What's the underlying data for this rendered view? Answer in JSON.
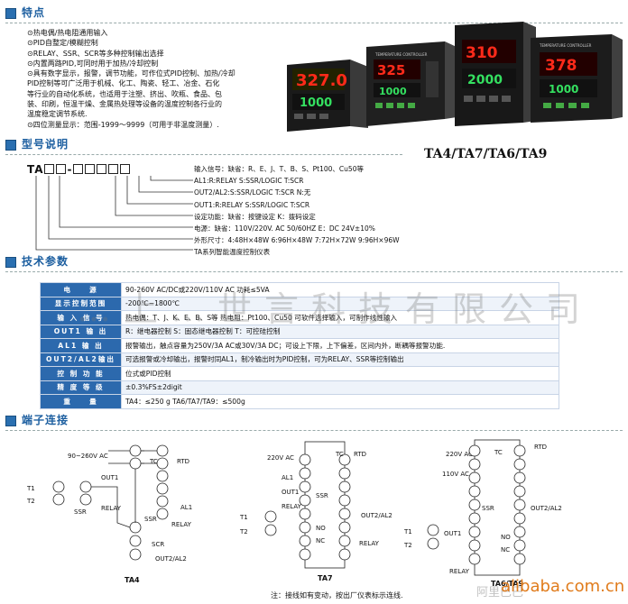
{
  "sections": {
    "features": "特点",
    "model": "型号说明",
    "params": "技术参数",
    "terminals": "端子连接"
  },
  "features": [
    "⊙热电偶/热电阻通用输入",
    "⊙PID自整定/模糊控制",
    "⊙RELAY、SSR、SCR等多种控制输出选择",
    "⊙内置两路PID,可同时用于加热/冷却控制",
    "⊙具有数字显示，报警，调节功能，可作位式PID控制、加热/冷却",
    "  PID控制等可广泛用于机械、化工、陶瓷、轻工、冶金、石化",
    "  等行业的自动化系统，也适用于注塑、挤出、吹瓶、食品、包",
    "  装、印刷，恒温干燥、金属热处理等设备的温度控制各行业的",
    "  温度稳定调节系统.",
    "⊙四位测量显示：范围-1999～9999（可用于非温度测量）."
  ],
  "model_title": "TA4/TA7/TA6/TA9",
  "model_prefix": "TA",
  "model_dash": "-",
  "model_lines": [
    "输入信号：缺省：R、E、J、T、B、S、Pt100、Cu50等",
    "AL1:R:RELAY  S:SSR/LOGIC    T:SCR",
    "OUT2/AL2:S:SSR/LOGIC        T:SCR N:无",
    "OUT1:R:RELAY  S:SSR/LOGIC   T:SCR",
    "设定功能：缺省：按键设定        K：拨码设定",
    "电源：缺省：110V/220V. AC   50/60HZ E：DC 24V±10%",
    "外形尺寸：4:48H×48W     6:96H×48W  7:72H×72W    9:96H×96W",
    "TA系列智能温度控制仪表"
  ],
  "displays": [
    {
      "top": "327.0",
      "bottom": "1000"
    },
    {
      "top": "325",
      "bottom": "1000"
    },
    {
      "top": "310",
      "bottom": "2000"
    },
    {
      "top": "378",
      "bottom": "1000"
    }
  ],
  "device_brand": "TEMPERATURE CONTROLLER",
  "params": [
    {
      "k": "电　　源",
      "v": "90-260V AC/DC或220V/110V AC 功耗≤5VA"
    },
    {
      "k": "显示控制范围",
      "v": "-200℃~1800℃"
    },
    {
      "k": "输 入 信 号",
      "v": "热电偶：T、J、K、E、B、S等    热电阻：Pt100、Cu50  可软件选择输入，可制作线性输入"
    },
    {
      "k": "OUT1 输 出",
      "v": "R：继电器控制    S：固态继电器控制    T：可控硅控制"
    },
    {
      "k": "AL1 输 出",
      "v": "报警输出，触点容量为250V/3A AC或30V/3A DC；可设上下限，上下偏差，区间内外，断耦等报警功能."
    },
    {
      "k": "OUT2/AL2输出",
      "v": "可选报警或冷却输出，报警时同AL1，制冷输出时为PID控制，可为RELAY、SSR等控制输出"
    },
    {
      "k": "控 制 功 能",
      "v": "位式或PID控制"
    },
    {
      "k": "精 度 等 级",
      "v": "±0.3%FS±2digit"
    },
    {
      "k": "重　　量",
      "v": "TA4：≤250 g    TA6/TA7/TA9：≤500g"
    }
  ],
  "watermark": "有限公司",
  "watermark_full": "…上…世言科技有限公司",
  "wiring": {
    "ta4": {
      "caption": "TA4",
      "power": "90~260V AC",
      "labels": [
        "OUT1",
        "RELAY",
        "SSR",
        "AL1",
        "RELAY",
        "SSR",
        "SCR",
        "OUT2/AL2",
        "TC",
        "RTD",
        "T1",
        "T2"
      ]
    },
    "ta7": {
      "caption": "TA7",
      "power": "220V AC",
      "labels": [
        "AL1",
        "OUT1",
        "SSR",
        "RELAY",
        "OUT2/AL2",
        "RELAY",
        "NO",
        "NC",
        "TC",
        "RTD",
        "T1",
        "T2"
      ]
    },
    "ta6": {
      "caption": "TA6/TA9",
      "power": "220V AC",
      "power2": "110V AC",
      "labels": [
        "OUT1",
        "SSR",
        "OUT2/AL2",
        "RELAY",
        "NO",
        "NC",
        "TC",
        "RTD",
        "T1",
        "T2"
      ]
    }
  },
  "note": "注：接线如有变动，按出厂仪表标示连线.",
  "site": "alibaba.com.cn",
  "site_prefix": "阿里巴巴",
  "colors": {
    "accent": "#2c69ad",
    "display_red": "#ff2a1a",
    "display_green": "#34e060"
  }
}
